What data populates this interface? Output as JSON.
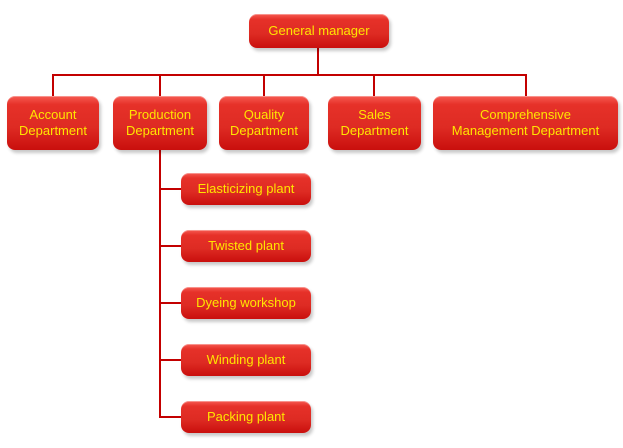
{
  "colors": {
    "node_gradient_top": "#f65b52",
    "node_gradient_bottom": "#c90f0d",
    "node_text": "#ffe500",
    "connector": "#c30000",
    "background": "#ffffff"
  },
  "org_chart": {
    "root": {
      "label": "General manager"
    },
    "departments": [
      {
        "label": "Account\nDepartment"
      },
      {
        "label": "Production\nDepartment",
        "children": [
          {
            "label": "Elasticizing plant"
          },
          {
            "label": "Twisted plant"
          },
          {
            "label": "Dyeing workshop"
          },
          {
            "label": "Winding plant"
          },
          {
            "label": "Packing plant"
          }
        ]
      },
      {
        "label": "Quality\nDepartment"
      },
      {
        "label": "Sales\nDepartment"
      },
      {
        "label": "Comprehensive\nManagement Department"
      }
    ]
  }
}
